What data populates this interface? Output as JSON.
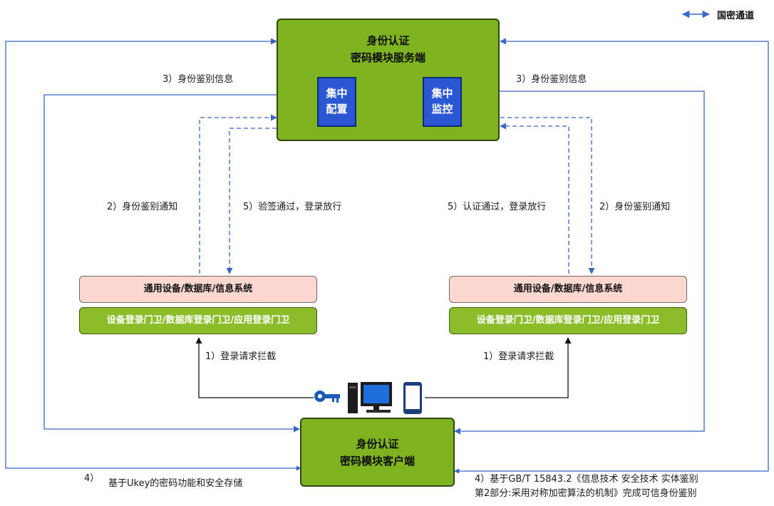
{
  "server": {
    "title_line1": "身份认证",
    "title_line2": "密码模块服务端",
    "tile_left_line1": "集中",
    "tile_left_line2": "配置",
    "tile_right_line1": "集中",
    "tile_right_line2": "监控"
  },
  "client": {
    "title_line1": "身份认证",
    "title_line2": "密码模块客户端"
  },
  "left_stack": {
    "systems": "通用设备/数据库/信息系统",
    "gates": "设备登录门卫/数据库登录门卫/应用登录门卫"
  },
  "right_stack": {
    "systems": "通用设备/数据库/信息系统",
    "gates": "设备登录门卫/数据库登录门卫/应用登录门卫"
  },
  "labels": {
    "step3_left": "3）身份鉴别信息",
    "step3_right": "3）身份鉴别信息",
    "step2_left": "2）身份鉴别通知",
    "step5_left": "5）验签通过，登录放行",
    "step5_right": "5）认证通过，登录放行",
    "step2_right": "2）身份鉴别通知",
    "step1_left": "1）登录请求拦截",
    "step1_right": "1）登录请求拦截",
    "step4_left_num": "4）",
    "step4_left_text": "基于Ukey的密码功能和安全存储",
    "step4_right_line1": "4）基于GB/T 15843.2《信息技术 安全技术 实体鉴别",
    "step4_right_line2": "第2部分:采用对称加密算法的机制》完成可信身份鉴别"
  },
  "legend": {
    "label": "国密通道"
  },
  "colors": {
    "channel_blue": "#3a66c4",
    "server_green": "#7fb31f",
    "tile_blue": "#2a58d4",
    "pink": "#fdd8d1"
  },
  "icons": [
    "usb-key-icon",
    "ukey-icon",
    "computer-icon",
    "phone-icon"
  ]
}
